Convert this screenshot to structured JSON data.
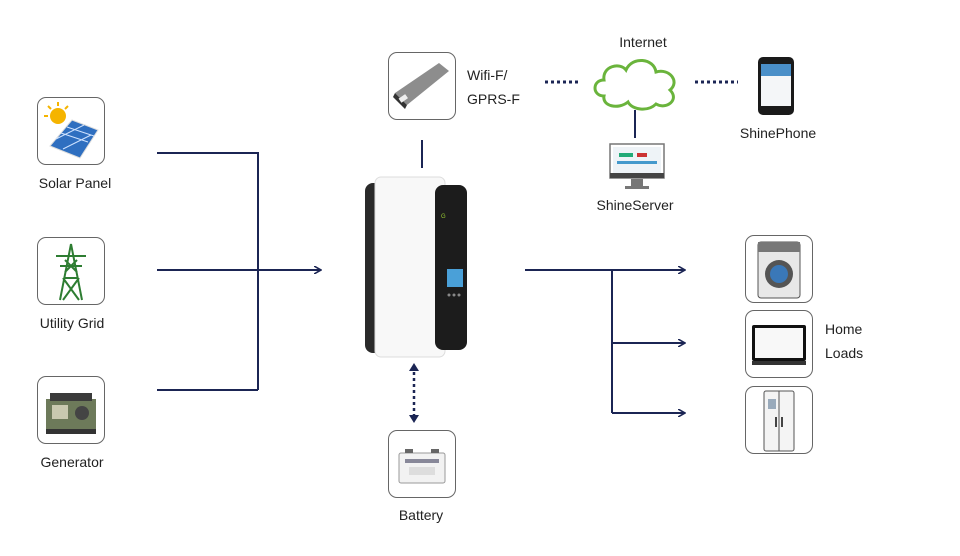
{
  "sources": [
    {
      "label": "Solar Panel",
      "icon": "solar-panel-icon"
    },
    {
      "label": "Utility Grid",
      "icon": "utility-grid-tower-icon"
    },
    {
      "label": "Generator",
      "icon": "generator-icon"
    }
  ],
  "inverter": {
    "brand_logo": "Growatt"
  },
  "communication": {
    "module_label_line1": "Wifi-F/",
    "module_label_line2": "GPRS-F",
    "internet_label": "Internet",
    "server_label": "ShineServer",
    "phone_label": "ShinePhone"
  },
  "battery": {
    "label": "Battery"
  },
  "loads": {
    "label_line1": "Home",
    "label_line2": "Loads",
    "items": [
      "washing-machine-icon",
      "tv-icon",
      "refrigerator-icon"
    ]
  },
  "colors": {
    "line": "#1b2554",
    "cloud": "#6ab43c"
  }
}
